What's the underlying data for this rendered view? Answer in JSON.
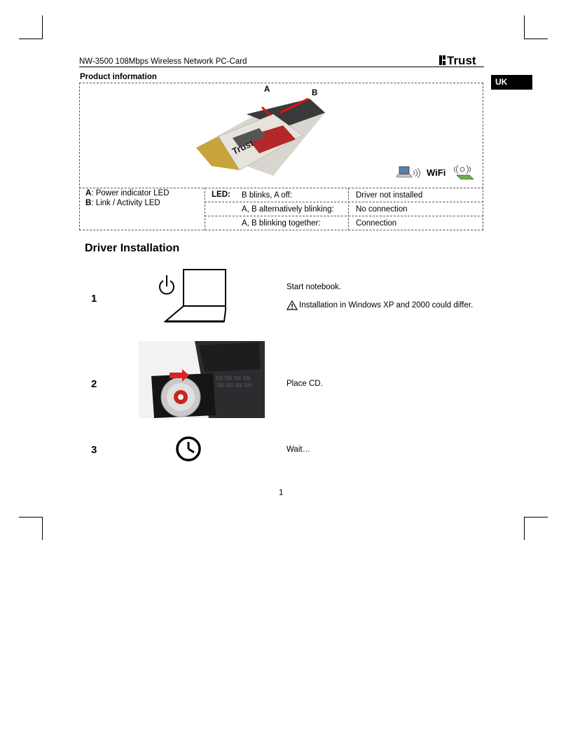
{
  "header": {
    "title": "NW-3500 108Mbps Wireless Network PC-Card",
    "brand_logo": "Trust"
  },
  "language_tab": "UK",
  "product_information": {
    "label": "Product information",
    "image_labels": {
      "a": "A",
      "b": "B"
    },
    "card_brand": "Trust",
    "wifi_label": "WiFi",
    "legend": {
      "a_key": "A",
      "a_text": ": Power  indicator LED",
      "b_key": "B",
      "b_text": ": Link / Activity LED"
    },
    "led_header": "LED:",
    "led_rows": [
      {
        "state": "B blinks, A off:",
        "meaning": "Driver not installed"
      },
      {
        "state": "A, B alternatively blinking:",
        "meaning": "No connection"
      },
      {
        "state": "A, B blinking together:",
        "meaning": "Connection"
      }
    ]
  },
  "driver_installation": {
    "heading": "Driver Installation",
    "steps": [
      {
        "number": "1",
        "text": "Start notebook.",
        "warning": "Installation in Windows XP and 2000 could differ."
      },
      {
        "number": "2",
        "text": "Place CD."
      },
      {
        "number": "3",
        "text": "Wait…"
      }
    ]
  },
  "footer": {
    "page_number": "1"
  },
  "icons": [
    "power-icon",
    "warning-icon",
    "clock-icon",
    "laptop-wifi-icon",
    "router-icon"
  ]
}
